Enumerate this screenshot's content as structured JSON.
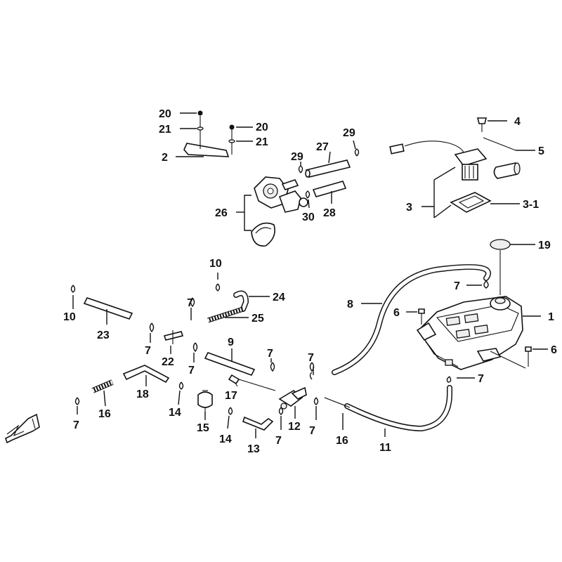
{
  "diagram": {
    "labels": {
      "l1": "1",
      "l2": "2",
      "l3": "3",
      "l3_1": "3-1",
      "l4": "4",
      "l5": "5",
      "l6a": "6",
      "l6b": "6",
      "l7_tank_top": "7",
      "l7_tank_bottom": "7",
      "l7_a": "7",
      "l7_b": "7",
      "l7_c": "7",
      "l7_d": "7",
      "l7_e": "7",
      "l7_f": "7",
      "l7_g": "7",
      "l7_h": "7",
      "l8": "8",
      "l9": "9",
      "l10a": "10",
      "l10b": "10",
      "l11": "11",
      "l12": "12",
      "l13": "13",
      "l14a": "14",
      "l14b": "14",
      "l15": "15",
      "l16a": "16",
      "l16b": "16",
      "l17": "17",
      "l18": "18",
      "l19": "19",
      "l20a": "20",
      "l20b": "20",
      "l21a": "21",
      "l21b": "21",
      "l22": "22",
      "l23": "23",
      "l24": "24",
      "l25": "25",
      "l26": "26",
      "l27": "27",
      "l28": "28",
      "l29a": "29",
      "l29b": "29",
      "l30": "30"
    }
  }
}
